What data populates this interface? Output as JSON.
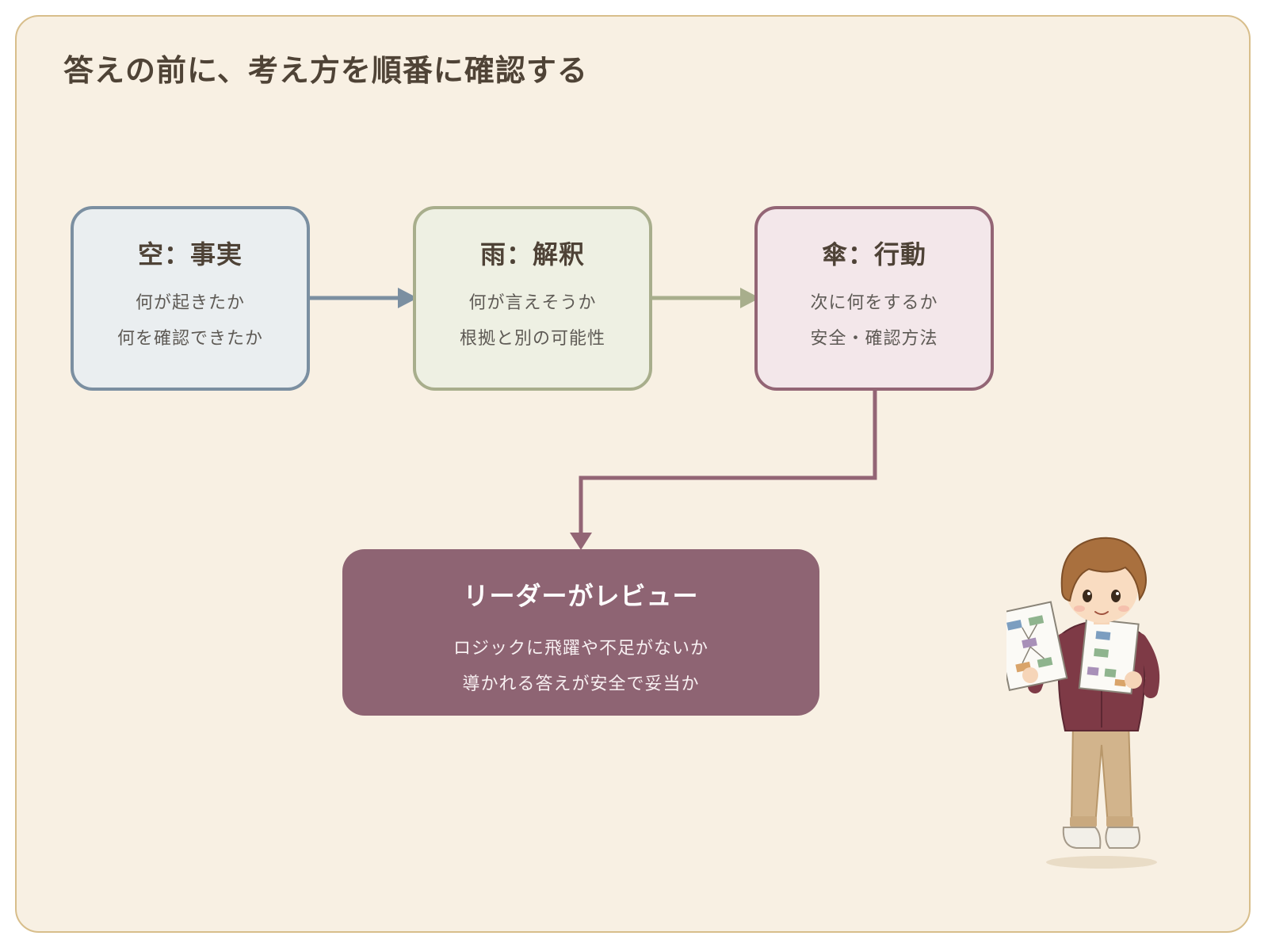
{
  "title": "答えの前に、考え方を順番に確認する",
  "steps": [
    {
      "title": "空：事実",
      "lines": [
        "何が起きたか",
        "何を確認できたか"
      ],
      "color": "#7b8fa1"
    },
    {
      "title": "雨：解釈",
      "lines": [
        "何が言えそうか",
        "根拠と別の可能性"
      ],
      "color": "#a8ae8c"
    },
    {
      "title": "傘：行動",
      "lines": [
        "次に何をするか",
        "安全・確認方法"
      ],
      "color": "#936575"
    }
  ],
  "review": {
    "title": "リーダーがレビュー",
    "lines": [
      "ロジックに飛躍や不足がないか",
      "導かれる答えが安全で妥当か"
    ],
    "color": "#8e6473"
  },
  "colors": {
    "background": "#f8f0e3",
    "frame_border": "#d8be8b",
    "title_text": "#4f4336"
  },
  "illustration": "boy-holding-flowchart-papers"
}
